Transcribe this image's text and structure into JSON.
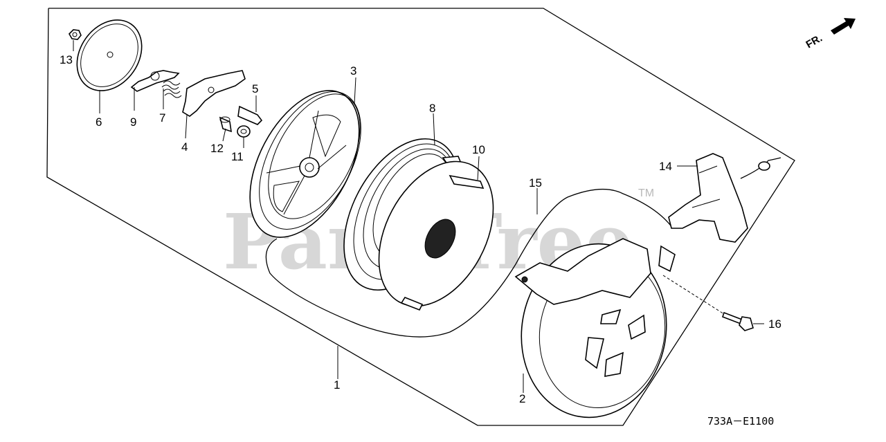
{
  "diagram": {
    "watermark": "PartsTree",
    "trademark": "TM",
    "direction_label": "FR.",
    "drawing_code": "733A－E1100",
    "callouts": {
      "c1": "1",
      "c2": "2",
      "c3": "3",
      "c4": "4",
      "c5": "5",
      "c6": "6",
      "c7": "7",
      "c8": "8",
      "c9": "9",
      "c10": "10",
      "c11": "11",
      "c12": "12",
      "c13": "13",
      "c14": "14",
      "c15": "15",
      "c16": "16"
    }
  }
}
